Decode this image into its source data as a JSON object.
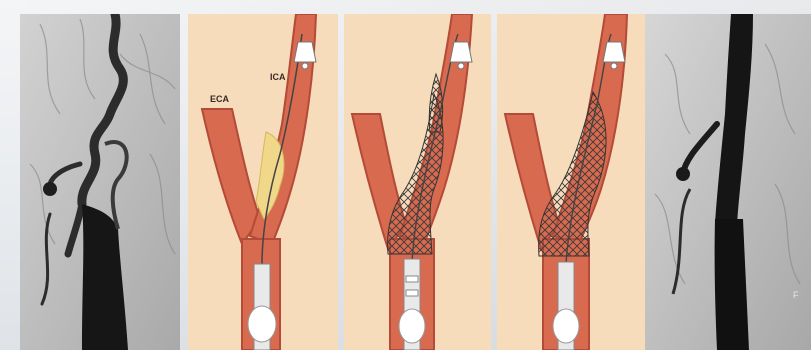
{
  "labels": {
    "eca": "ECA",
    "ica": "ICA",
    "marker": "F"
  }
}
